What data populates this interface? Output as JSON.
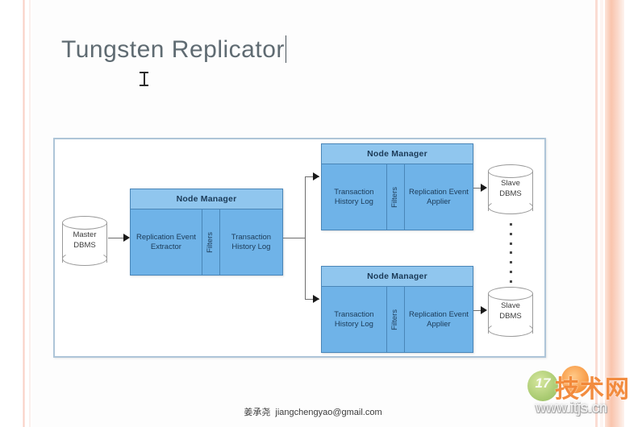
{
  "slide": {
    "title": "Tungsten  Replicator",
    "title_has_caret": true
  },
  "diagram": {
    "node_manager_label": "Node Manager",
    "filters_label": "Filters",
    "master": {
      "db_label_line1": "Master",
      "db_label_line2": "DBMS",
      "cells": [
        "Replication Event Extractor",
        "Filters",
        "Transaction History Log"
      ]
    },
    "slaves": [
      {
        "db_label_line1": "Slave",
        "db_label_line2": "DBMS",
        "cells": [
          "Transaction History Log",
          "Filters",
          "Replication Event Applier"
        ]
      },
      {
        "db_label_line1": "Slave",
        "db_label_line2": "DBMS",
        "cells": [
          "Transaction History Log",
          "Filters",
          "Replication Event Applier"
        ]
      }
    ],
    "ellipsis_dot_count": 7,
    "colors": {
      "node_header_fill": "#90c6ee",
      "node_body_fill": "#6fb3e8",
      "node_border": "#4a86b8",
      "frame_border": "#aec5d8",
      "text_dark_blue": "#1b3a57"
    }
  },
  "footer": {
    "author_cjk": "姜承尧",
    "email": "jiangchengyao@gmail.com"
  },
  "watermark": {
    "logo_text": "17",
    "site_cjk": "技术网",
    "url": "www.itjs.cn"
  }
}
